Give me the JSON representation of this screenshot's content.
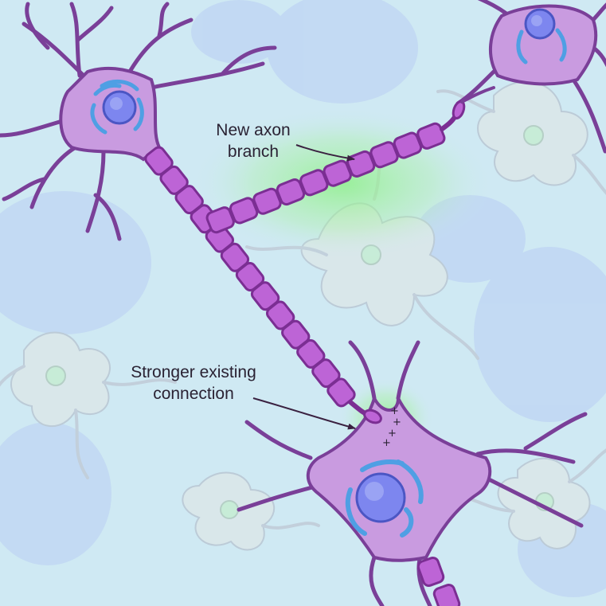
{
  "labels": {
    "new_axon_branch": [
      "New axon",
      "branch"
    ],
    "stronger_connection": [
      "Stronger existing",
      "connection"
    ]
  },
  "signs": {
    "plus": "+"
  },
  "colors": {
    "background": "#cfe9f3",
    "neuron_body": "#c99be0",
    "neuron_outline": "#7a3f98",
    "myelin": "#bd64d6",
    "myelin_outline": "#7b2e93",
    "nucleus": "#7d86ef",
    "er": "#4f9fe4",
    "glow": "#8ff08a",
    "glia_fill": "#d8e7ea",
    "glia_outline": "#c0cdd8",
    "ghost_cell": "#b8cdf4",
    "annotation_text": "#2a2233",
    "arrow": "#3a2140"
  },
  "icons": {
    "annotation_arrow": "arrow-icon",
    "charge_marker": "plus-icon"
  }
}
